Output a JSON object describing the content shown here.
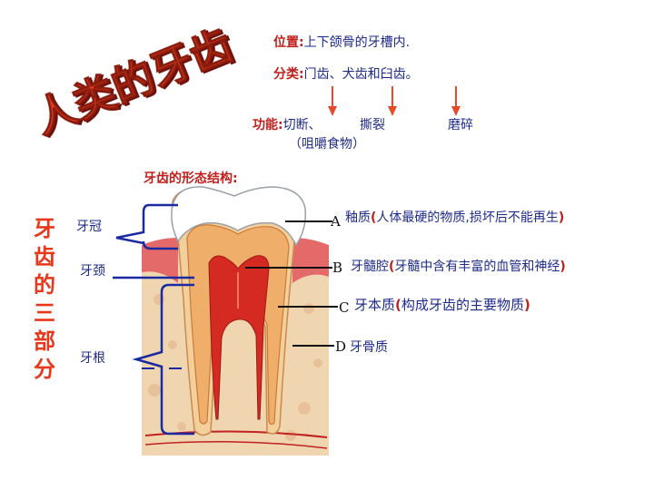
{
  "title": "人类的牙齿",
  "position": {
    "label": "位置:",
    "value": "上下颌骨的牙槽内."
  },
  "category": {
    "label": "分类:",
    "value": "门齿、犬齿和臼齿。"
  },
  "function": {
    "label": "功能:",
    "item1": "切断、",
    "item2": "撕裂",
    "item3": "磨碎",
    "note": "（咀嚼食物）"
  },
  "structure_heading": "牙齿的形态结构:",
  "side_title": [
    "牙",
    "齿",
    "的",
    "三",
    "部",
    "分"
  ],
  "parts": {
    "crown": "牙冠",
    "neck": "牙颈",
    "root": "牙根"
  },
  "markers": {
    "a": "A",
    "b": "B",
    "c": "C",
    "d": "D"
  },
  "layers": {
    "a": {
      "name": "釉质",
      "desc": "(人体最硬的物质,损坏后不能再生)"
    },
    "b": {
      "name": "牙髓腔",
      "desc": "(牙髓中含有丰富的血管和神经)"
    },
    "c": {
      "name": "牙本质",
      "desc": "(构成牙齿的主要物质)"
    },
    "d": {
      "name": "牙骨质"
    }
  },
  "colors": {
    "title_red": "#e03a1c",
    "text_blue": "#1e2a8a",
    "text_red": "#c0201c",
    "arrow": "#e84a2a",
    "bracket": "#1a2aa0"
  }
}
